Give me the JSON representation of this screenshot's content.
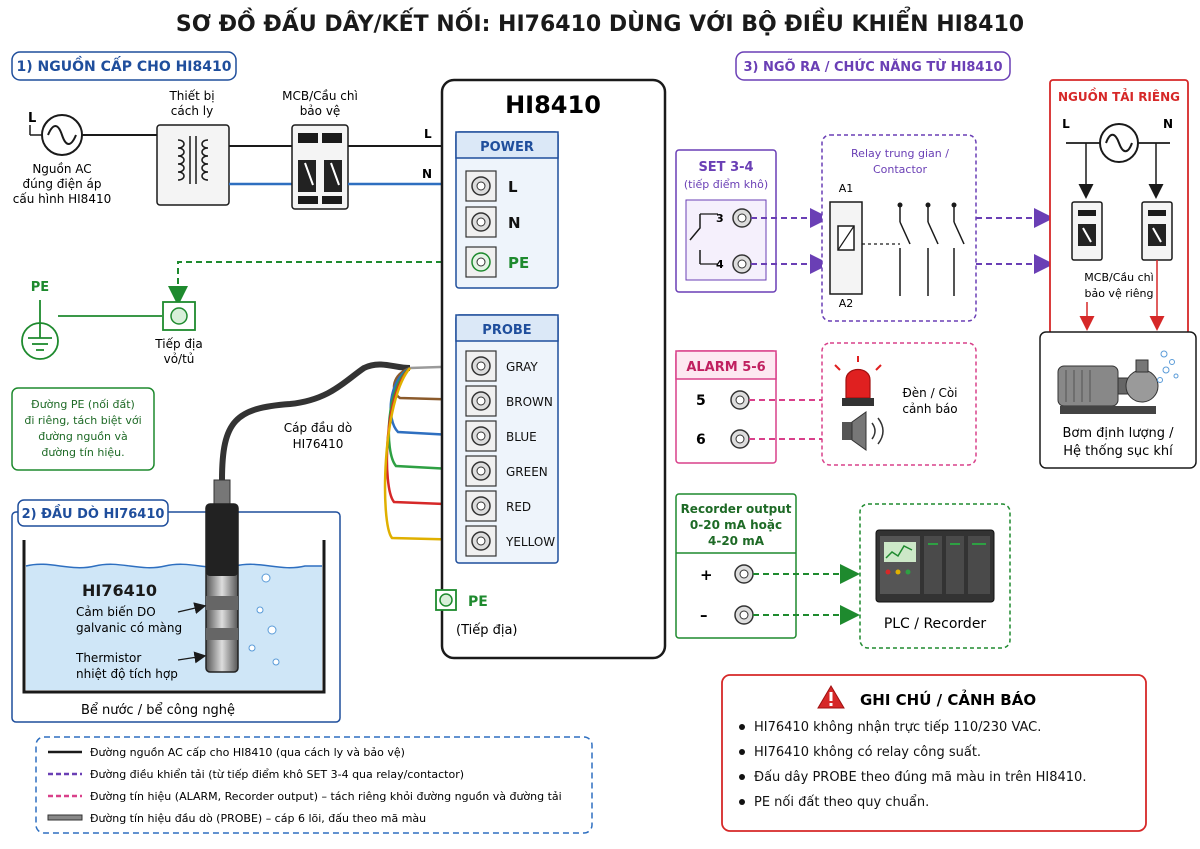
{
  "title": "SƠ ĐỒ ĐẤU DÂY/KẾT NỐI: HI76410 DÙNG VỚI BỘ ĐIỀU KHIỂN HI8410",
  "section1": {
    "heading": "1) NGUỒN CẤP CHO HI8410",
    "source_L": "L",
    "source_lines": [
      "Nguồn AC",
      "đúng điện áp",
      "cấu hình HI8410"
    ],
    "isolator_lines": [
      "Thiết bị",
      "cách ly"
    ],
    "breaker_lines": [
      "MCB/Cầu chì",
      "bảo vệ"
    ],
    "wire_L": "L",
    "wire_N": "N",
    "pe_label": "PE",
    "earth_lines": [
      "Tiếp địa",
      "vỏ/tủ"
    ],
    "note_lines": [
      "Đường PE (nối đất)",
      "đi riêng, tách biệt với",
      "đường nguồn và",
      "đường tín hiệu."
    ]
  },
  "section2": {
    "heading": "2) ĐẦU DÒ HI76410",
    "probe_name": "HI76410",
    "sensor_lines": [
      "Cảm biến DO",
      "galvanic có màng"
    ],
    "thermistor_lines": [
      "Thermistor",
      "nhiệt độ tích hợp"
    ],
    "tank_label": "Bể nước / bể công nghệ",
    "cable_lines": [
      "Cáp đầu dò",
      "HI76410"
    ]
  },
  "controller": {
    "name": "HI8410",
    "power_title": "POWER",
    "power_terminals": [
      "L",
      "N",
      "PE"
    ],
    "probe_title": "PROBE",
    "probe_terminals": [
      "GRAY",
      "BROWN",
      "BLUE",
      "GREEN",
      "RED",
      "YELLOW"
    ],
    "pe_label": "PE",
    "pe_sub": "(Tiếp địa)"
  },
  "section3": {
    "heading": "3) NGÕ RA / CHỨC NĂNG TỪ HI8410",
    "set_title": "SET 3-4",
    "set_sub": "(tiếp điểm khô)",
    "set_terms": [
      "3",
      "4"
    ],
    "relay_lines": [
      "Relay trung gian /",
      "Contactor"
    ],
    "relay_A1": "A1",
    "relay_A2": "A2",
    "alarm_title": "ALARM 5-6",
    "alarm_terms": [
      "5",
      "6"
    ],
    "alarm_device_lines": [
      "Đèn / Còi",
      "cảnh báo"
    ],
    "recorder_lines": [
      "Recorder output",
      "0-20 mA hoặc",
      "4-20 mA"
    ],
    "recorder_terms": [
      "+",
      "–"
    ],
    "plc_label": "PLC / Recorder"
  },
  "load": {
    "title": "NGUỒN TẢI RIÊNG",
    "L": "L",
    "N": "N",
    "breaker_lines": [
      "MCB/Cầu chì",
      "bảo vệ riêng"
    ],
    "pump_lines": [
      "Bơm định lượng /",
      "Hệ thống sục khí"
    ]
  },
  "notes": {
    "title": "GHI CHÚ / CẢNH BÁO",
    "items": [
      "HI76410 không nhận trực tiếp 110/230 VAC.",
      "HI76410 không có relay công suất.",
      "Đấu dây PROBE theo đúng mã màu in trên HI8410.",
      "PE nối đất theo quy chuẩn."
    ]
  },
  "legend": [
    "Đường nguồn AC cấp cho HI8410 (qua cách ly và bảo vệ)",
    "Đường điều khiển tải (từ tiếp điểm khô SET 3-4 qua relay/contactor)",
    "Đường tín hiệu (ALARM, Recorder output) – tách riêng khỏi đường nguồn và đường tải",
    "Đường tín hiệu đầu dò (PROBE) – cáp 6 lõi, đấu theo mã màu"
  ],
  "colors": {
    "blue_heading": "#1f4e9c",
    "power": "#1a1a1a",
    "neutral": "#2e6fc0",
    "pe": "#1e8a2e",
    "control": "#6a3fb5",
    "signal": "#d9408a",
    "alarm_red": "#d62828",
    "probe_gray": "#9a9a9a",
    "probe_brown": "#8b5a2b",
    "probe_blue": "#2e6fc0",
    "probe_green": "#2ea043",
    "probe_red": "#d62828",
    "probe_yellow": "#e0b000",
    "water": "#cfe6f7"
  }
}
